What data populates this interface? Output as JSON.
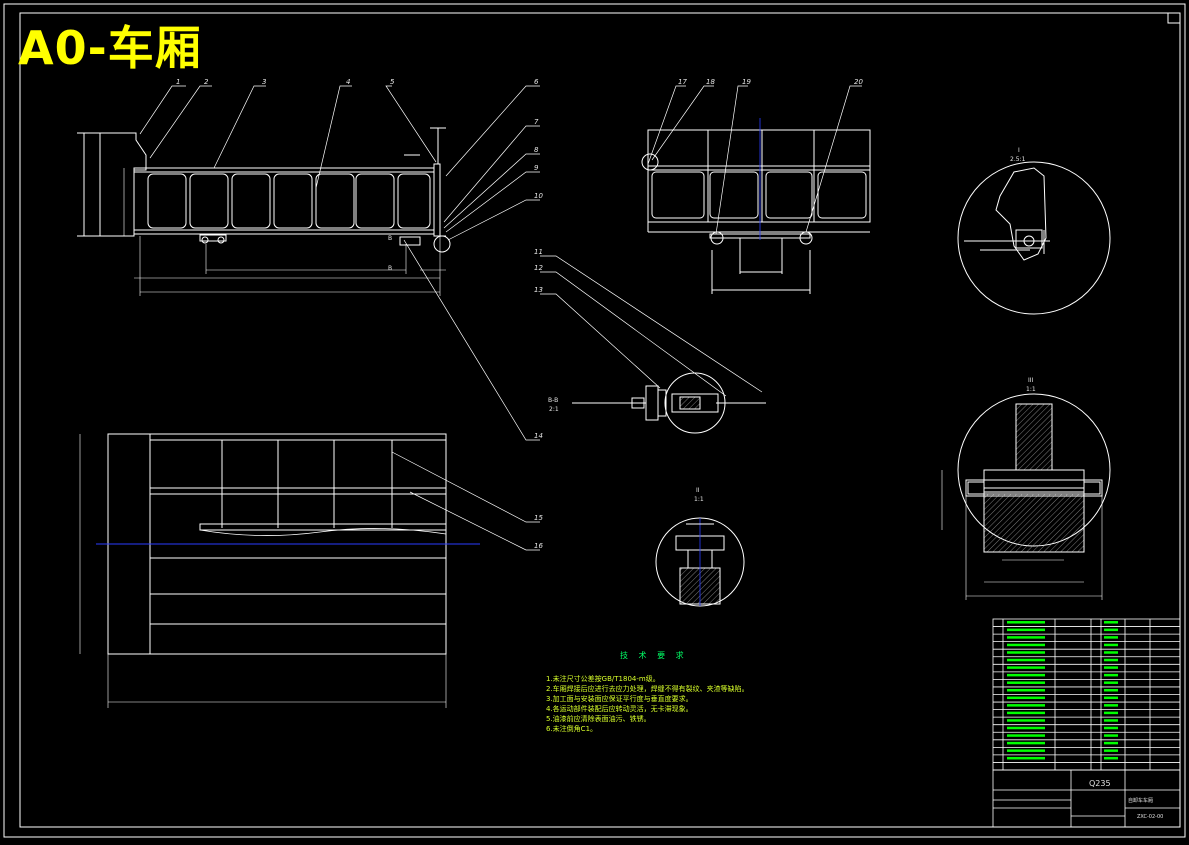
{
  "title": "A0-车厢",
  "balloons": [
    "1",
    "2",
    "3",
    "4",
    "5",
    "6",
    "7",
    "8",
    "9",
    "10",
    "11",
    "12",
    "13",
    "14",
    "15",
    "16",
    "17",
    "18",
    "19",
    "20"
  ],
  "view_labels": {
    "section_bb": "B-B",
    "section_bb_scale": "2:1",
    "detail_1": "I",
    "detail_1_scale": "2.5:1",
    "detail_2": "II",
    "detail_2_scale": "1:1",
    "detail_3": "III",
    "detail_3_scale": "1:1",
    "cut_b": "B"
  },
  "tech_requirements": {
    "heading": "技 术 要 求",
    "lines": [
      "1.未注尺寸公差按GB/T1804-m级。",
      "2.车厢焊接后应进行去应力处理，焊缝不得有裂纹、夹渣等缺陷。",
      "3.加工面与安装面应保证平行度与垂直度要求。",
      "4.各运动部件装配后应转动灵活，无卡滞现象。",
      "5.油漆前应清除表面油污、铁锈。",
      "6.未注倒角C1。"
    ]
  },
  "title_block": {
    "material": "Q235",
    "drawing_name": "自卸车车厢",
    "drawing_code": "ZXC-02-00"
  },
  "colors": {
    "background": "#000000",
    "line": "#ffffff",
    "title": "#ffff00",
    "dimension": "#00ff00",
    "centerline": "#2a3cff",
    "hatch": "#ffffff"
  }
}
